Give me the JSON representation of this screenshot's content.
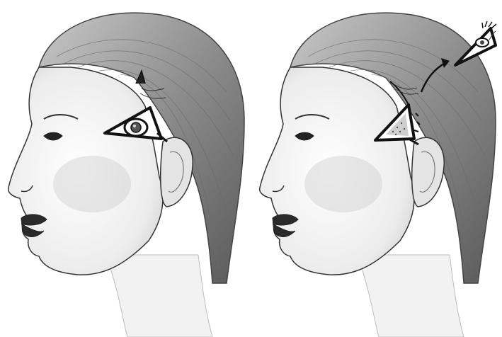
{
  "illustration": {
    "panels": [
      {
        "id": "before",
        "marker": "eye-in-triangle"
      },
      {
        "id": "after",
        "marker": "triangle-flap-rotated"
      }
    ],
    "colors": {
      "ink": "#1a1a1a",
      "hair_shade": "#8c8c8c",
      "skin_shade": "#d9d9d9",
      "background": "#ffffff"
    }
  }
}
